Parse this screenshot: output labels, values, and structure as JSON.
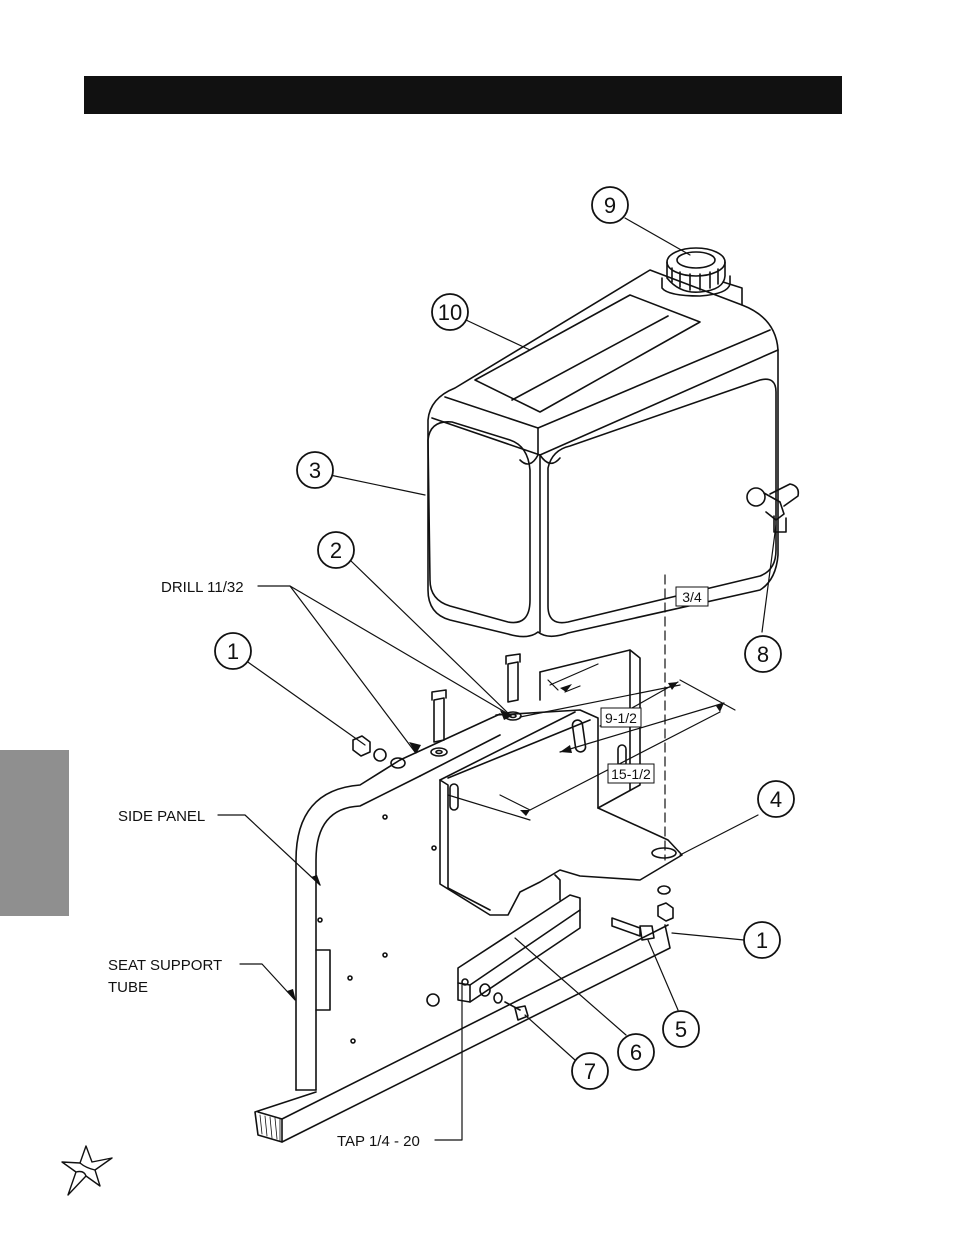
{
  "callouts": {
    "c9": "9",
    "c10": "10",
    "c3": "3",
    "c2": "2",
    "c1a": "1",
    "c8": "8",
    "c4": "4",
    "c1b": "1",
    "c5": "5",
    "c6": "6",
    "c7": "7"
  },
  "labels": {
    "drill": "DRILL 11/32",
    "side_panel": "SIDE PANEL",
    "seat_support_1": "SEAT SUPPORT",
    "seat_support_2": "TUBE",
    "tap": "TAP 1/4 - 20"
  },
  "dimensions": {
    "d34": "3/4",
    "d912": "9-1/2",
    "d1512": "15-1/2"
  },
  "colors": {
    "header_bar": "#111111",
    "side_tab": "#8f8f8f",
    "line": "#111111"
  },
  "icons": {
    "logo": "star-logo-icon"
  }
}
